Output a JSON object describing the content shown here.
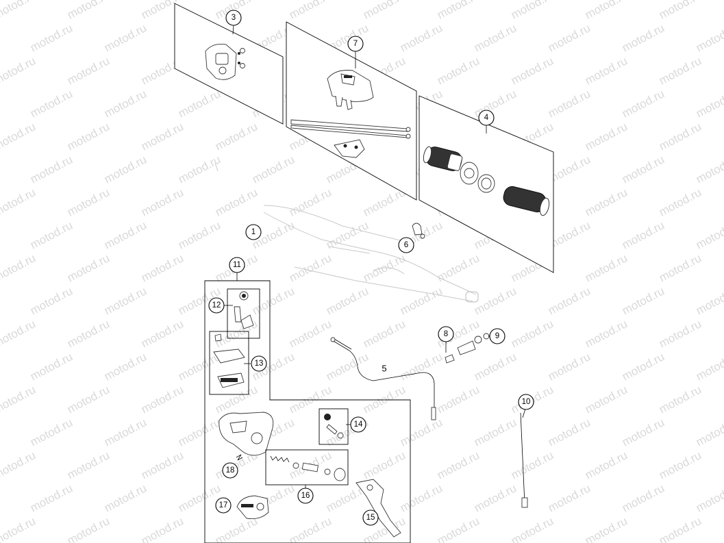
{
  "watermark": "motod.ru",
  "callouts": [
    {
      "id": "callout-1",
      "label": "1"
    },
    {
      "id": "callout-3",
      "label": "3"
    },
    {
      "id": "callout-4",
      "label": "4"
    },
    {
      "id": "callout-6",
      "label": "6"
    },
    {
      "id": "callout-7",
      "label": "7"
    },
    {
      "id": "callout-8",
      "label": "8"
    },
    {
      "id": "callout-9",
      "label": "9"
    },
    {
      "id": "callout-10",
      "label": "10"
    },
    {
      "id": "callout-11",
      "label": "11"
    },
    {
      "id": "callout-12",
      "label": "12"
    },
    {
      "id": "callout-13",
      "label": "13"
    },
    {
      "id": "callout-14",
      "label": "14"
    },
    {
      "id": "callout-15",
      "label": "15"
    },
    {
      "id": "callout-16",
      "label": "16"
    },
    {
      "id": "callout-17",
      "label": "17"
    },
    {
      "id": "callout-18",
      "label": "18"
    }
  ],
  "plain_labels": {
    "cable_label": "5"
  }
}
